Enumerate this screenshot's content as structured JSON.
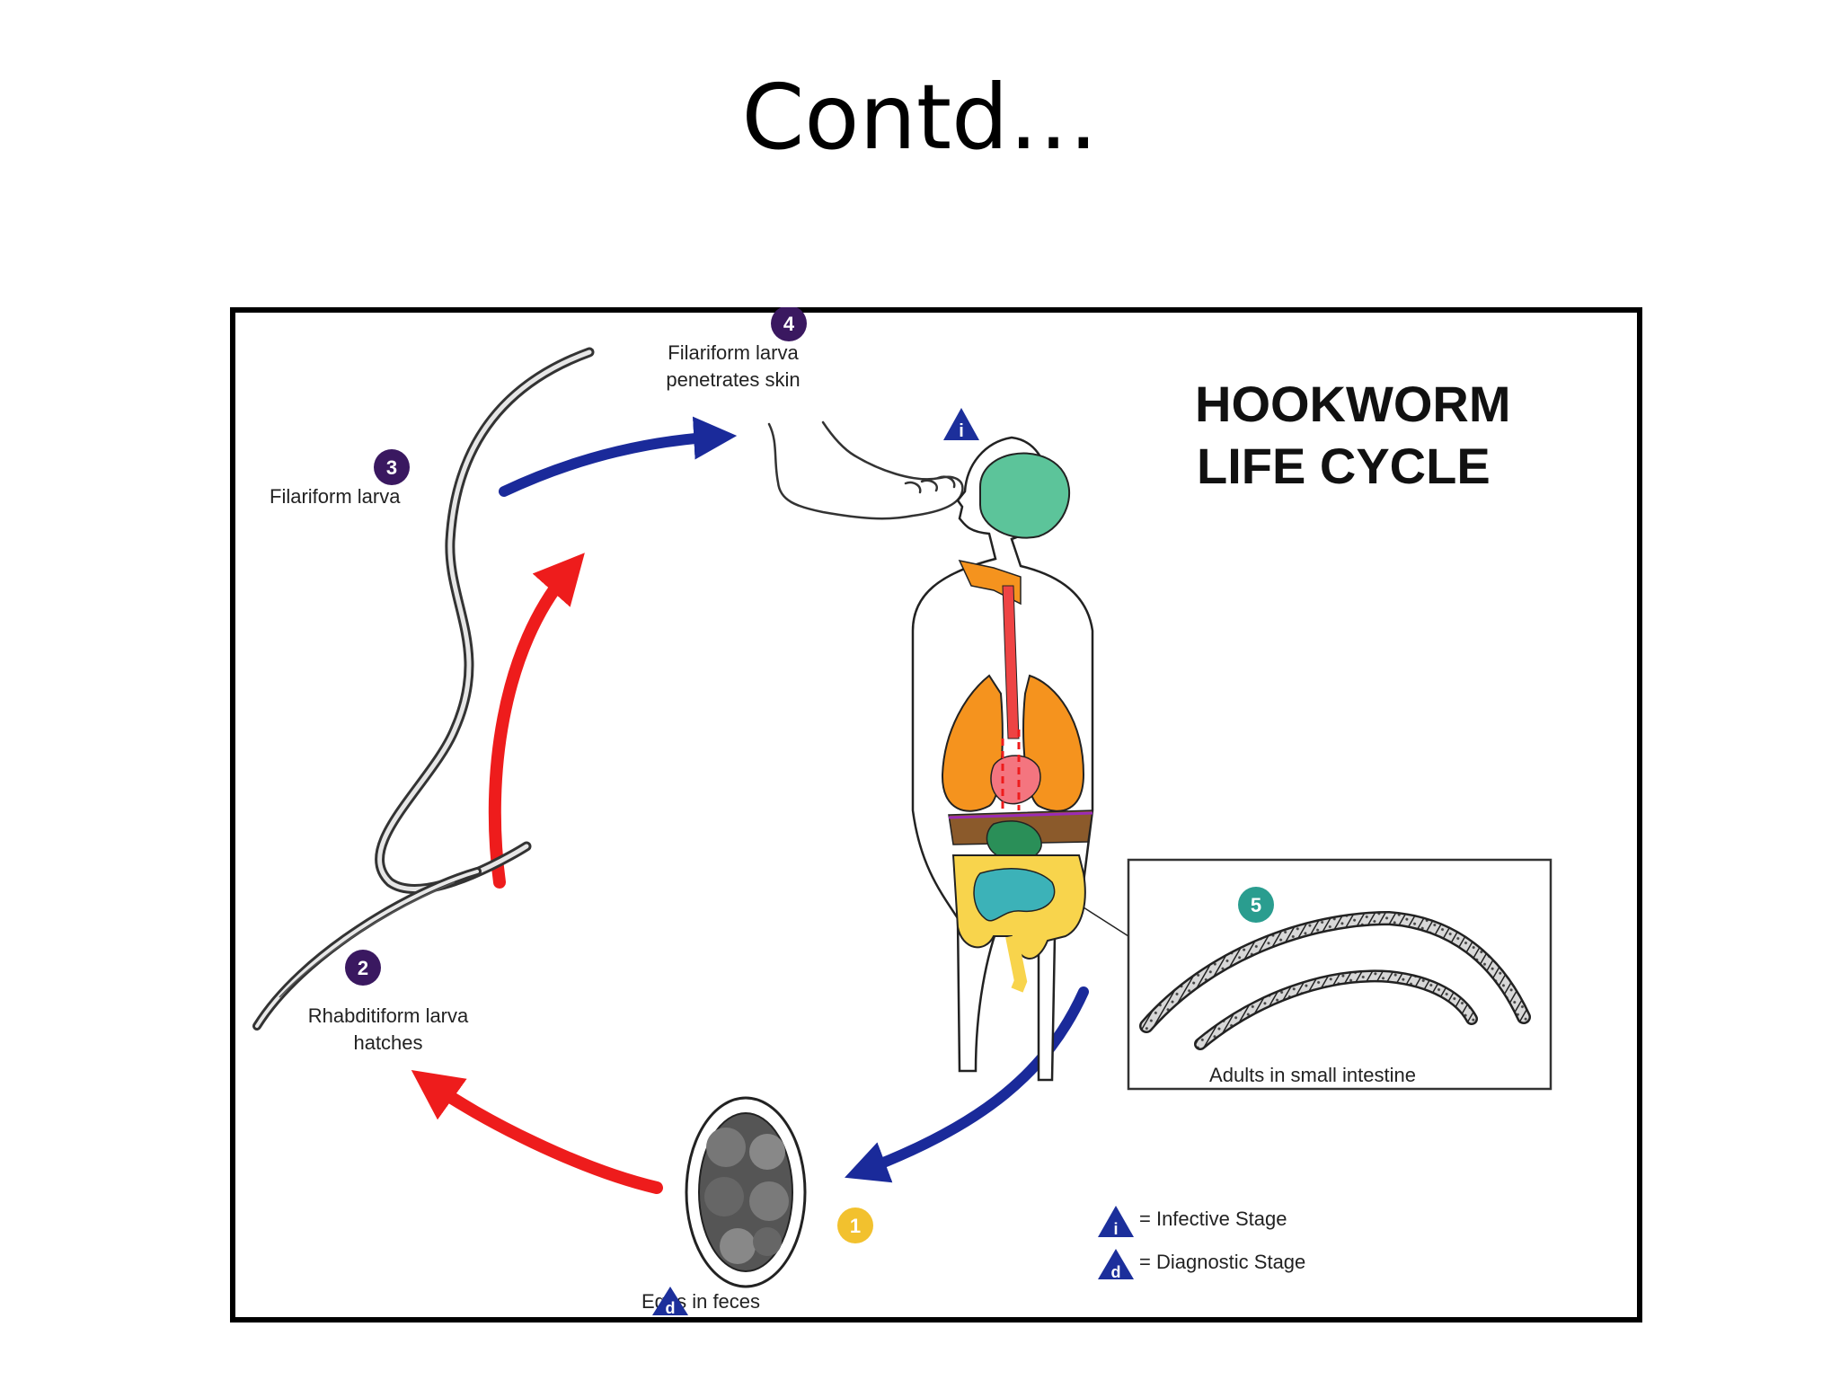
{
  "slide": {
    "title": "Contd…"
  },
  "diagram": {
    "title_line1": "HOOKWORM",
    "title_line2": "LIFE CYCLE",
    "stages": [
      {
        "number": "1",
        "badge_color": "#f2c12e",
        "label_lines": [
          "Eggs in feces"
        ],
        "marker": "d"
      },
      {
        "number": "2",
        "badge_color": "#3a1860",
        "label_lines": [
          "Rhabditiform larva",
          "hatches"
        ]
      },
      {
        "number": "3",
        "badge_color": "#3a1860",
        "label_lines": [
          "Filariform larva"
        ]
      },
      {
        "number": "4",
        "badge_color": "#3a1860",
        "label_lines": [
          "Filariform larva",
          "penetrates skin"
        ],
        "marker": "i"
      },
      {
        "number": "5",
        "badge_color": "#2a9d8f",
        "label_lines": [
          "Adults in small intestine"
        ]
      }
    ],
    "legend": [
      {
        "marker": "i",
        "text": "= Infective Stage"
      },
      {
        "marker": "d",
        "text": "= Diagnostic Stage"
      }
    ],
    "colors": {
      "environment_arrows": "#ee1c1c",
      "host_arrows": "#1a2a9a",
      "marker_fill": "#1c2f9b"
    }
  }
}
